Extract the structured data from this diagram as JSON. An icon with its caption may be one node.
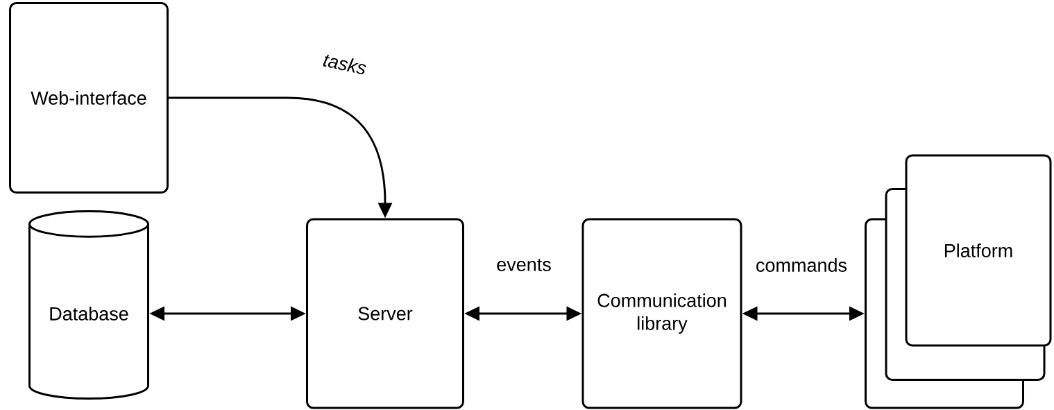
{
  "diagram": {
    "nodes": [
      {
        "text": [
          "Web-interface"
        ]
      },
      {
        "text": [
          "Database"
        ]
      },
      {
        "text": [
          "Server"
        ]
      },
      {
        "text": [
          "Communication library"
        ]
      },
      {
        "text": [],
        "shape": "box"
      },
      {
        "text": [],
        "shape": "box"
      },
      {
        "text": [
          "Platform"
        ]
      }
    ],
    "edges": [
      {
        "from": 0,
        "to": 2,
        "arrow": "to",
        "label": "tasks"
      },
      {
        "from": 1,
        "to": 2,
        "arrow": "both"
      },
      {
        "from": 2,
        "to": 3,
        "arrow": "both",
        "label": "events"
      },
      {
        "from": 3,
        "to": 4,
        "arrow": "both",
        "label": "commands"
      }
    ]
  }
}
